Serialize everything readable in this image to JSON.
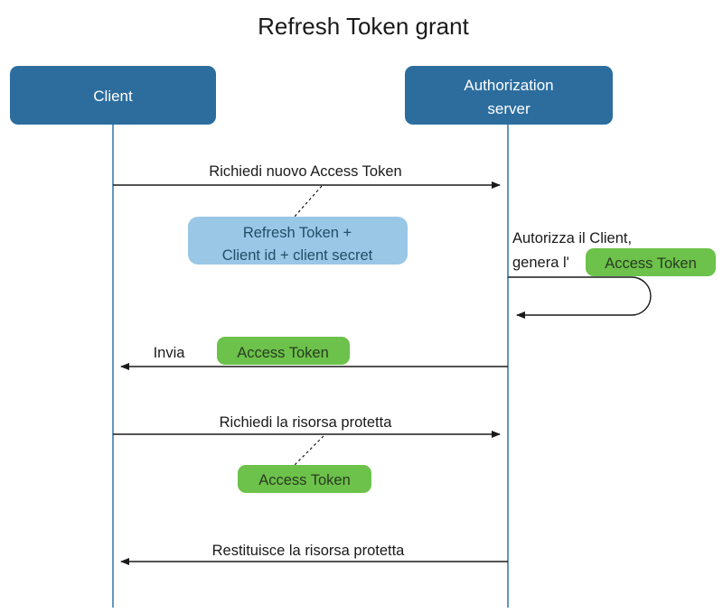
{
  "diagram": {
    "title": "Refresh Token grant",
    "type": "uml-sequence-diagram",
    "colors": {
      "actor_fill": "#2C6D9E",
      "actor_text": "#ffffff",
      "lifeline": "#3D7CA8",
      "note_fill": "#9AC7E6",
      "note_text": "#1F4E66",
      "token_badge_fill": "#6CC24A",
      "token_badge_text": "#2A3A22",
      "message_line": "#1a1a1a",
      "background": "#ffffff"
    },
    "actors": [
      {
        "id": "client",
        "label": "Client"
      },
      {
        "id": "auth_server",
        "label": "Authorization\nserver",
        "label_line1": "Authorization",
        "label_line2": "server"
      }
    ],
    "messages": [
      {
        "id": "msg1",
        "label": "Richiedi nuovo Access Token",
        "from": "client",
        "to": "auth_server",
        "direction": "right"
      },
      {
        "id": "self1",
        "label_line1": "Autorizza il Client,",
        "label_line2": "genera l'",
        "badge": "Access Token",
        "from": "auth_server",
        "to": "auth_server",
        "direction": "self"
      },
      {
        "id": "msg2",
        "label": "Invia",
        "badge": "Access Token",
        "from": "auth_server",
        "to": "client",
        "direction": "left"
      },
      {
        "id": "msg3",
        "label": "Richiedi la risorsa protetta",
        "from": "client",
        "to": "auth_server",
        "direction": "right"
      },
      {
        "id": "msg4",
        "label": "Restituisce la risorsa protetta",
        "from": "auth_server",
        "to": "client",
        "direction": "left"
      }
    ],
    "notes": [
      {
        "id": "note1",
        "line1": "Refresh Token +",
        "line2": "Client id + client secret",
        "attached_to": "msg1",
        "style": "light-blue-rounded"
      },
      {
        "id": "note2",
        "line1": "Access Token",
        "attached_to": "msg3",
        "style": "green-badge"
      }
    ]
  }
}
